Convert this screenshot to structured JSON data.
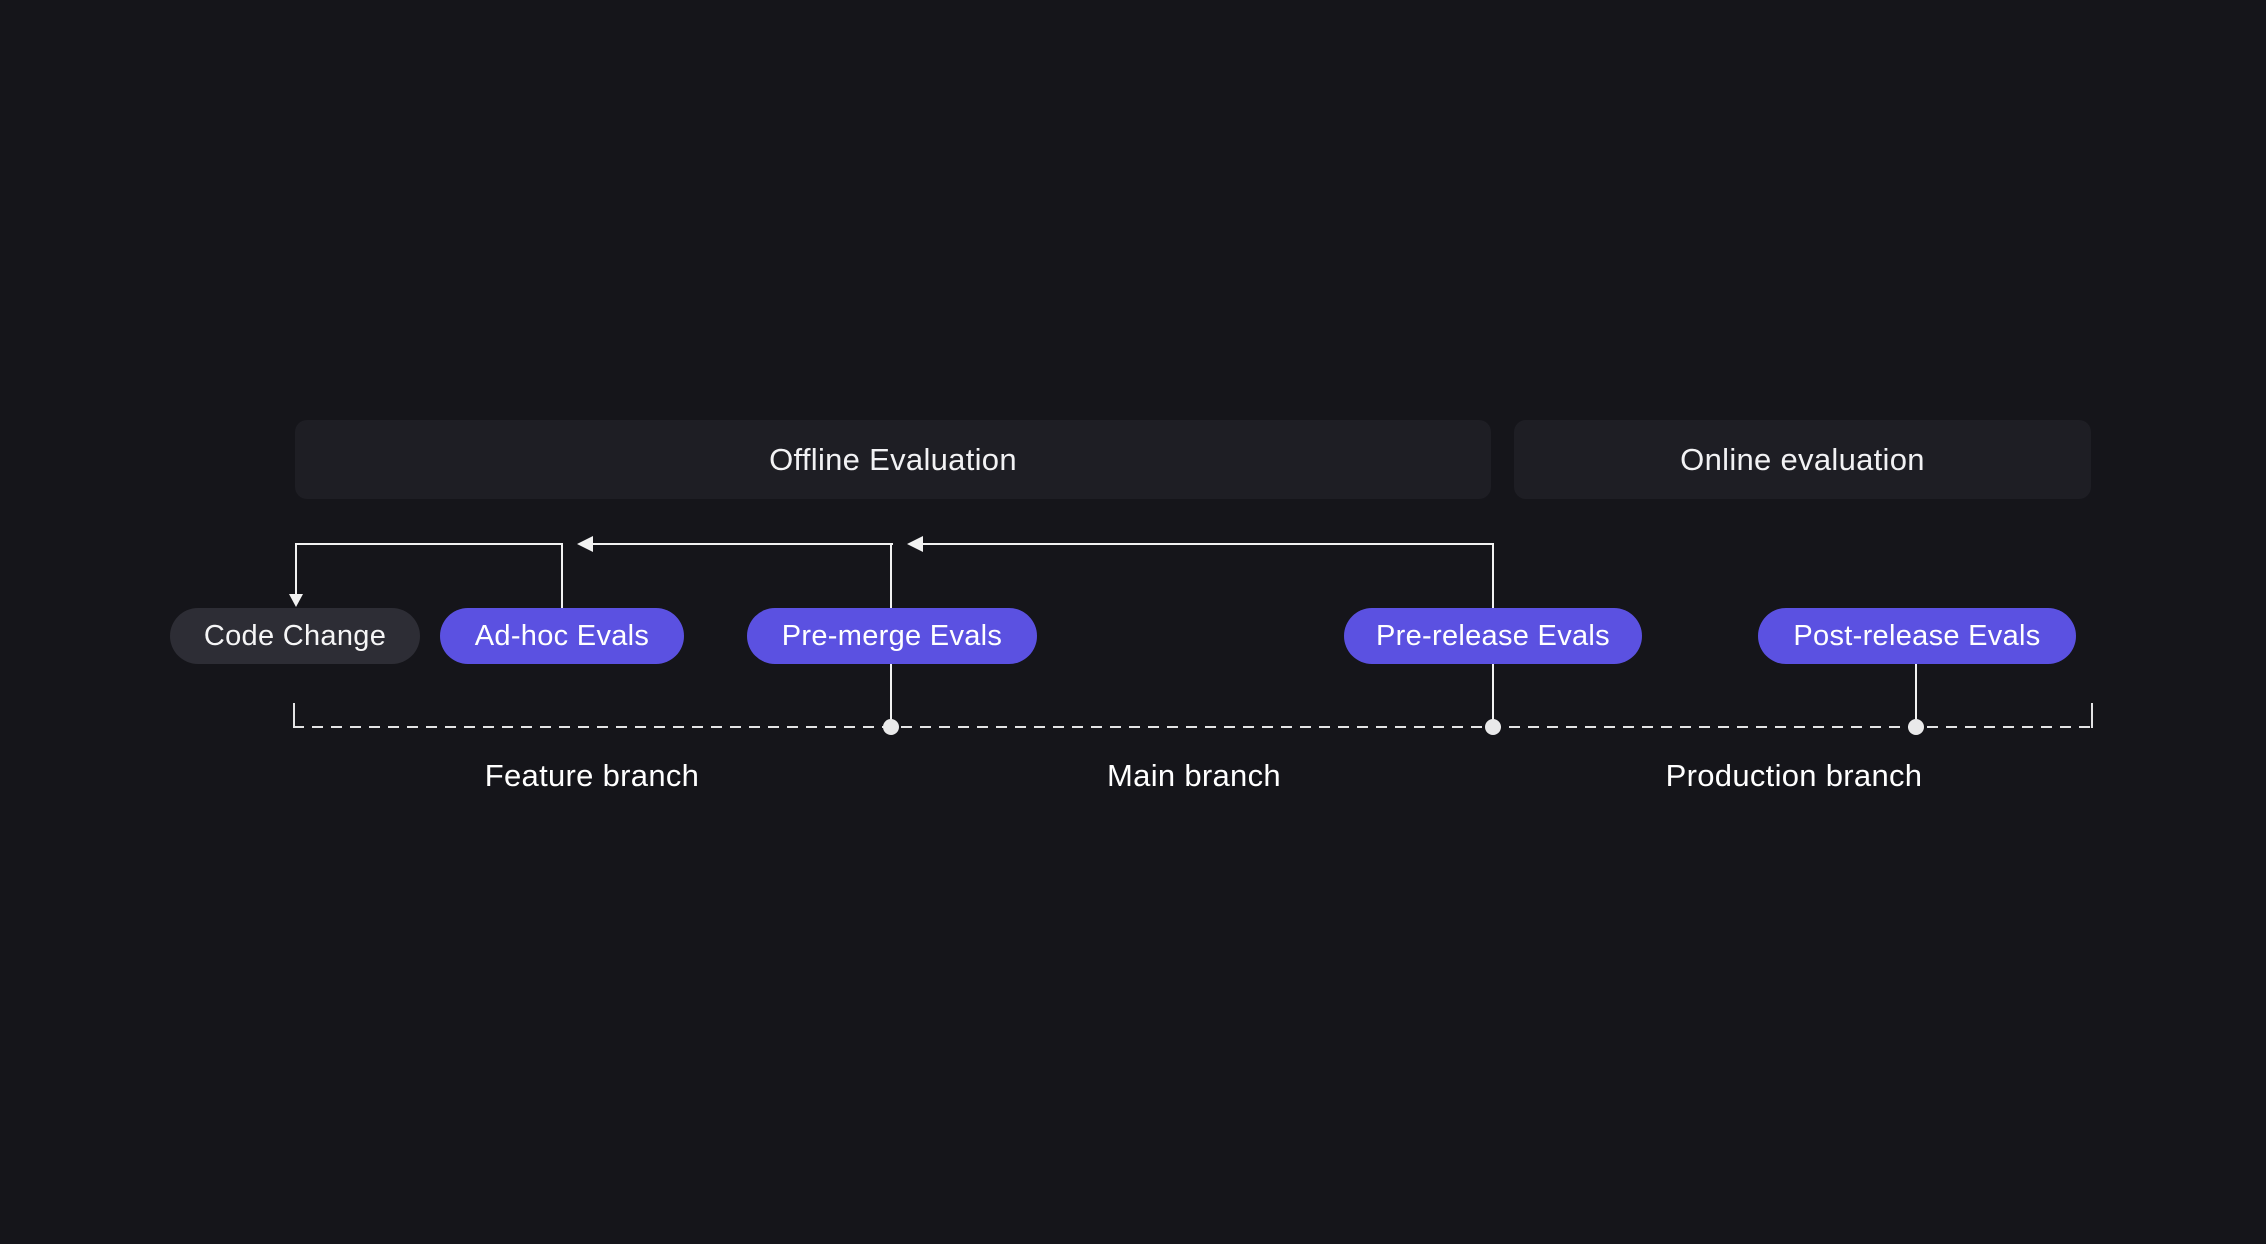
{
  "headers": [
    {
      "label": "Offline Evaluation"
    },
    {
      "label": "Online evaluation"
    }
  ],
  "stages": [
    {
      "label": "Code Change",
      "variant": "neutral"
    },
    {
      "label": "Ad-hoc Evals",
      "variant": "accent"
    },
    {
      "label": "Pre-merge Evals",
      "variant": "accent"
    },
    {
      "label": "Pre-release Evals",
      "variant": "accent"
    },
    {
      "label": "Post-release Evals",
      "variant": "accent"
    }
  ],
  "branches": [
    {
      "label": "Feature branch"
    },
    {
      "label": "Main branch"
    },
    {
      "label": "Production branch"
    }
  ],
  "colors": {
    "background": "#15151a",
    "header_panel": "#1e1e24",
    "stage_neutral": "#2d2d35",
    "stage_accent": "#5b51e1",
    "connector_line": "#f2f2f2",
    "timeline_line": "#e3e3e4",
    "text": "#f2f2f4"
  }
}
